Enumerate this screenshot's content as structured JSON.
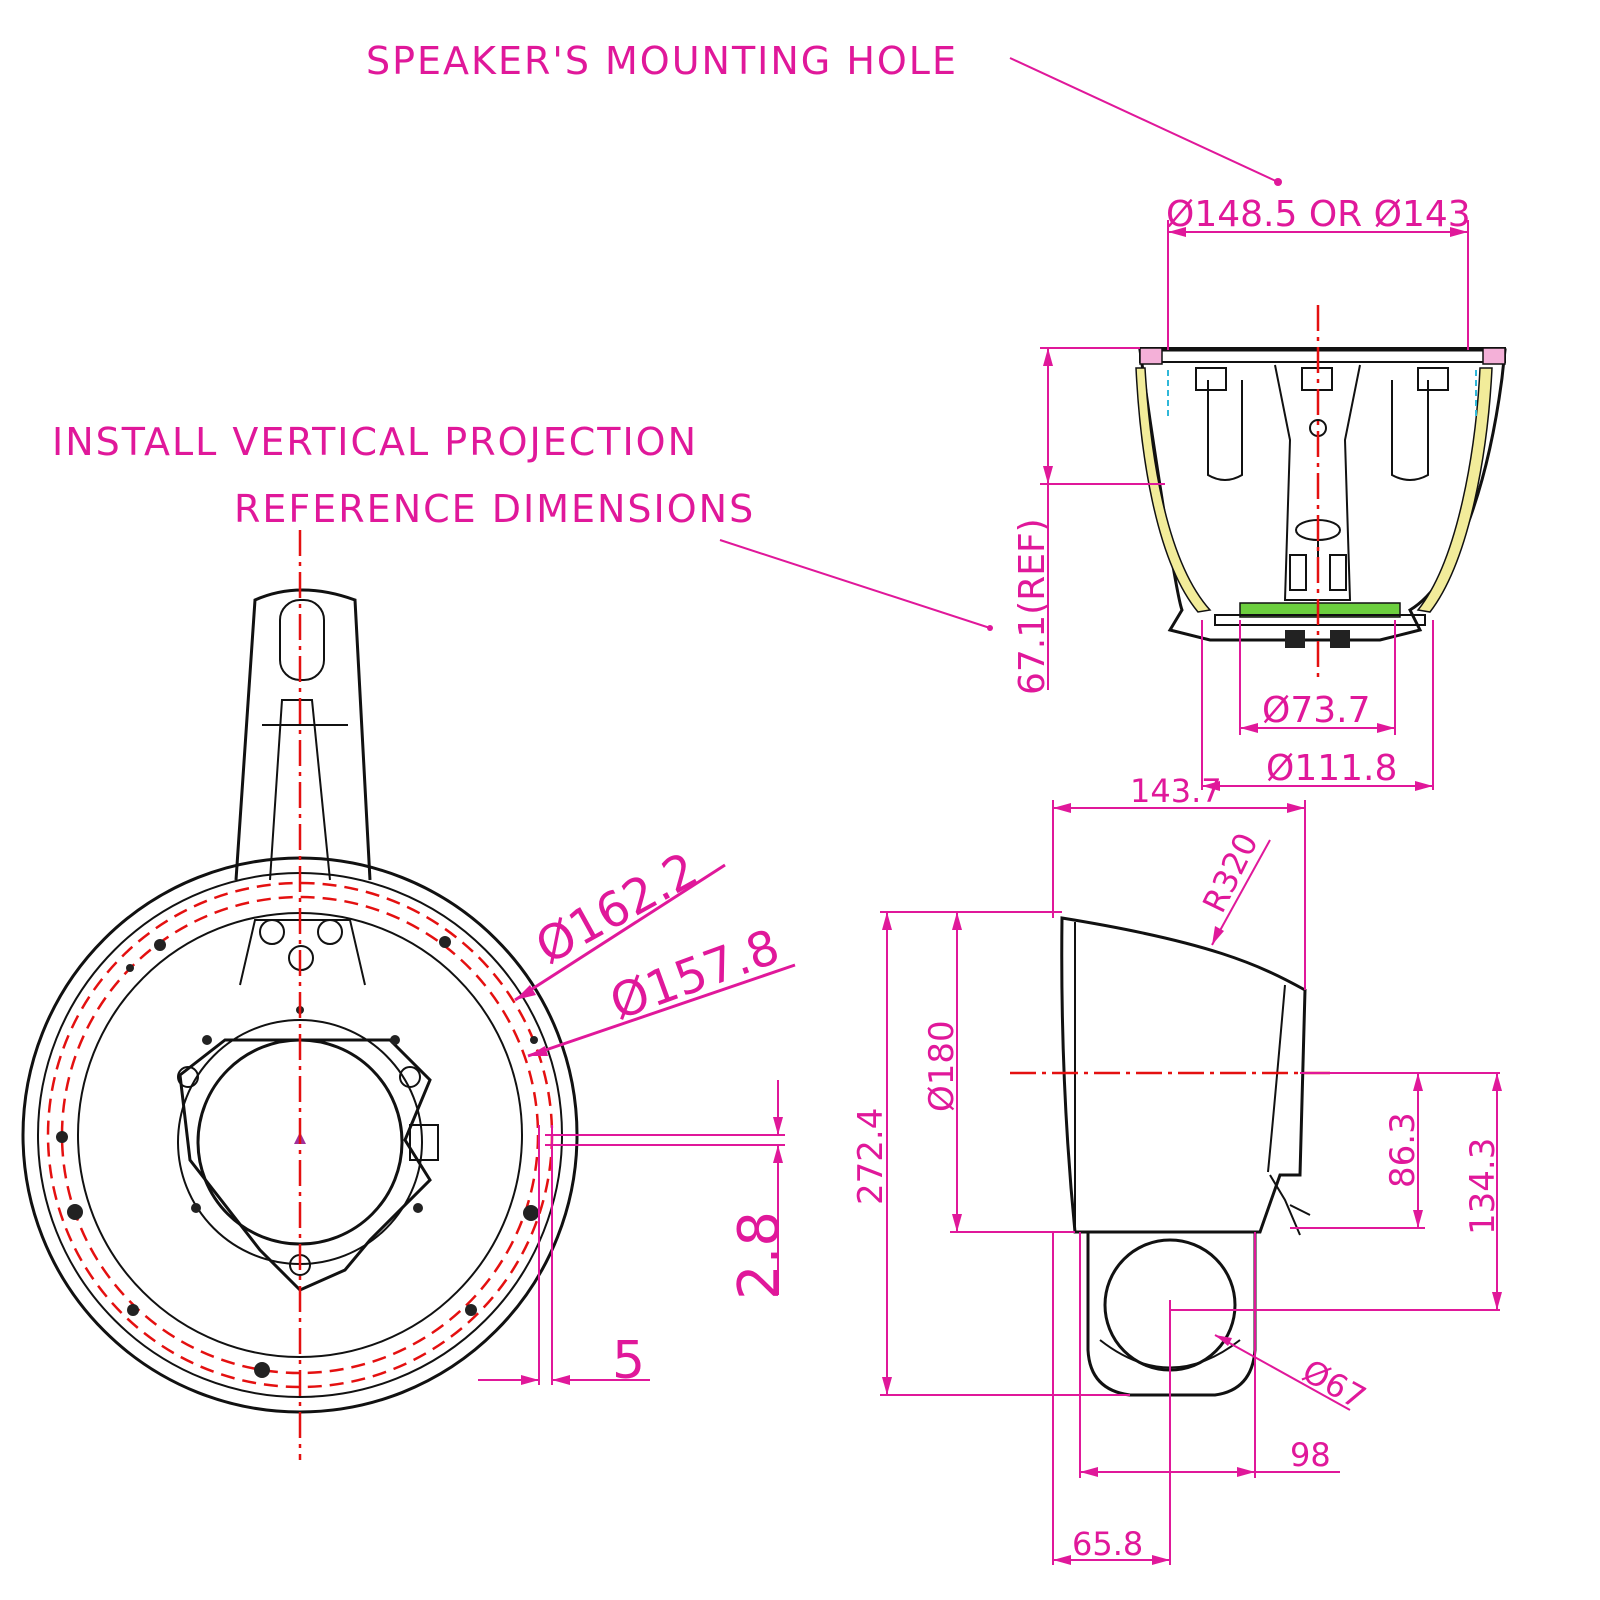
{
  "notes": {
    "mounting_hole": "SPEAKER'S MOUNTING HOLE",
    "projection_line1": "INSTALL VERTICAL PROJECTION",
    "projection_line2": "REFERENCE DIMENSIONS"
  },
  "dimensions": {
    "hole_diameter": "Ø148.5 OR Ø143",
    "height_ref": "67.1(REF)",
    "d73": "Ø73.7",
    "d111": "Ø111.8",
    "d162": "Ø162.2",
    "d157": "Ø157.8",
    "gap": "2.8",
    "offset": "5",
    "depth": "143.7",
    "radius": "R320",
    "d180": "Ø180",
    "total_height": "272.4",
    "h86": "86.3",
    "h134": "134.3",
    "d67": "Ø67",
    "w98": "98",
    "w65": "65.8"
  },
  "colors": {
    "dimension": "#e0189a",
    "centerline": "#e41010",
    "outline": "#111111",
    "gasket": "#f2ec9a",
    "board": "#6ccf3e"
  }
}
